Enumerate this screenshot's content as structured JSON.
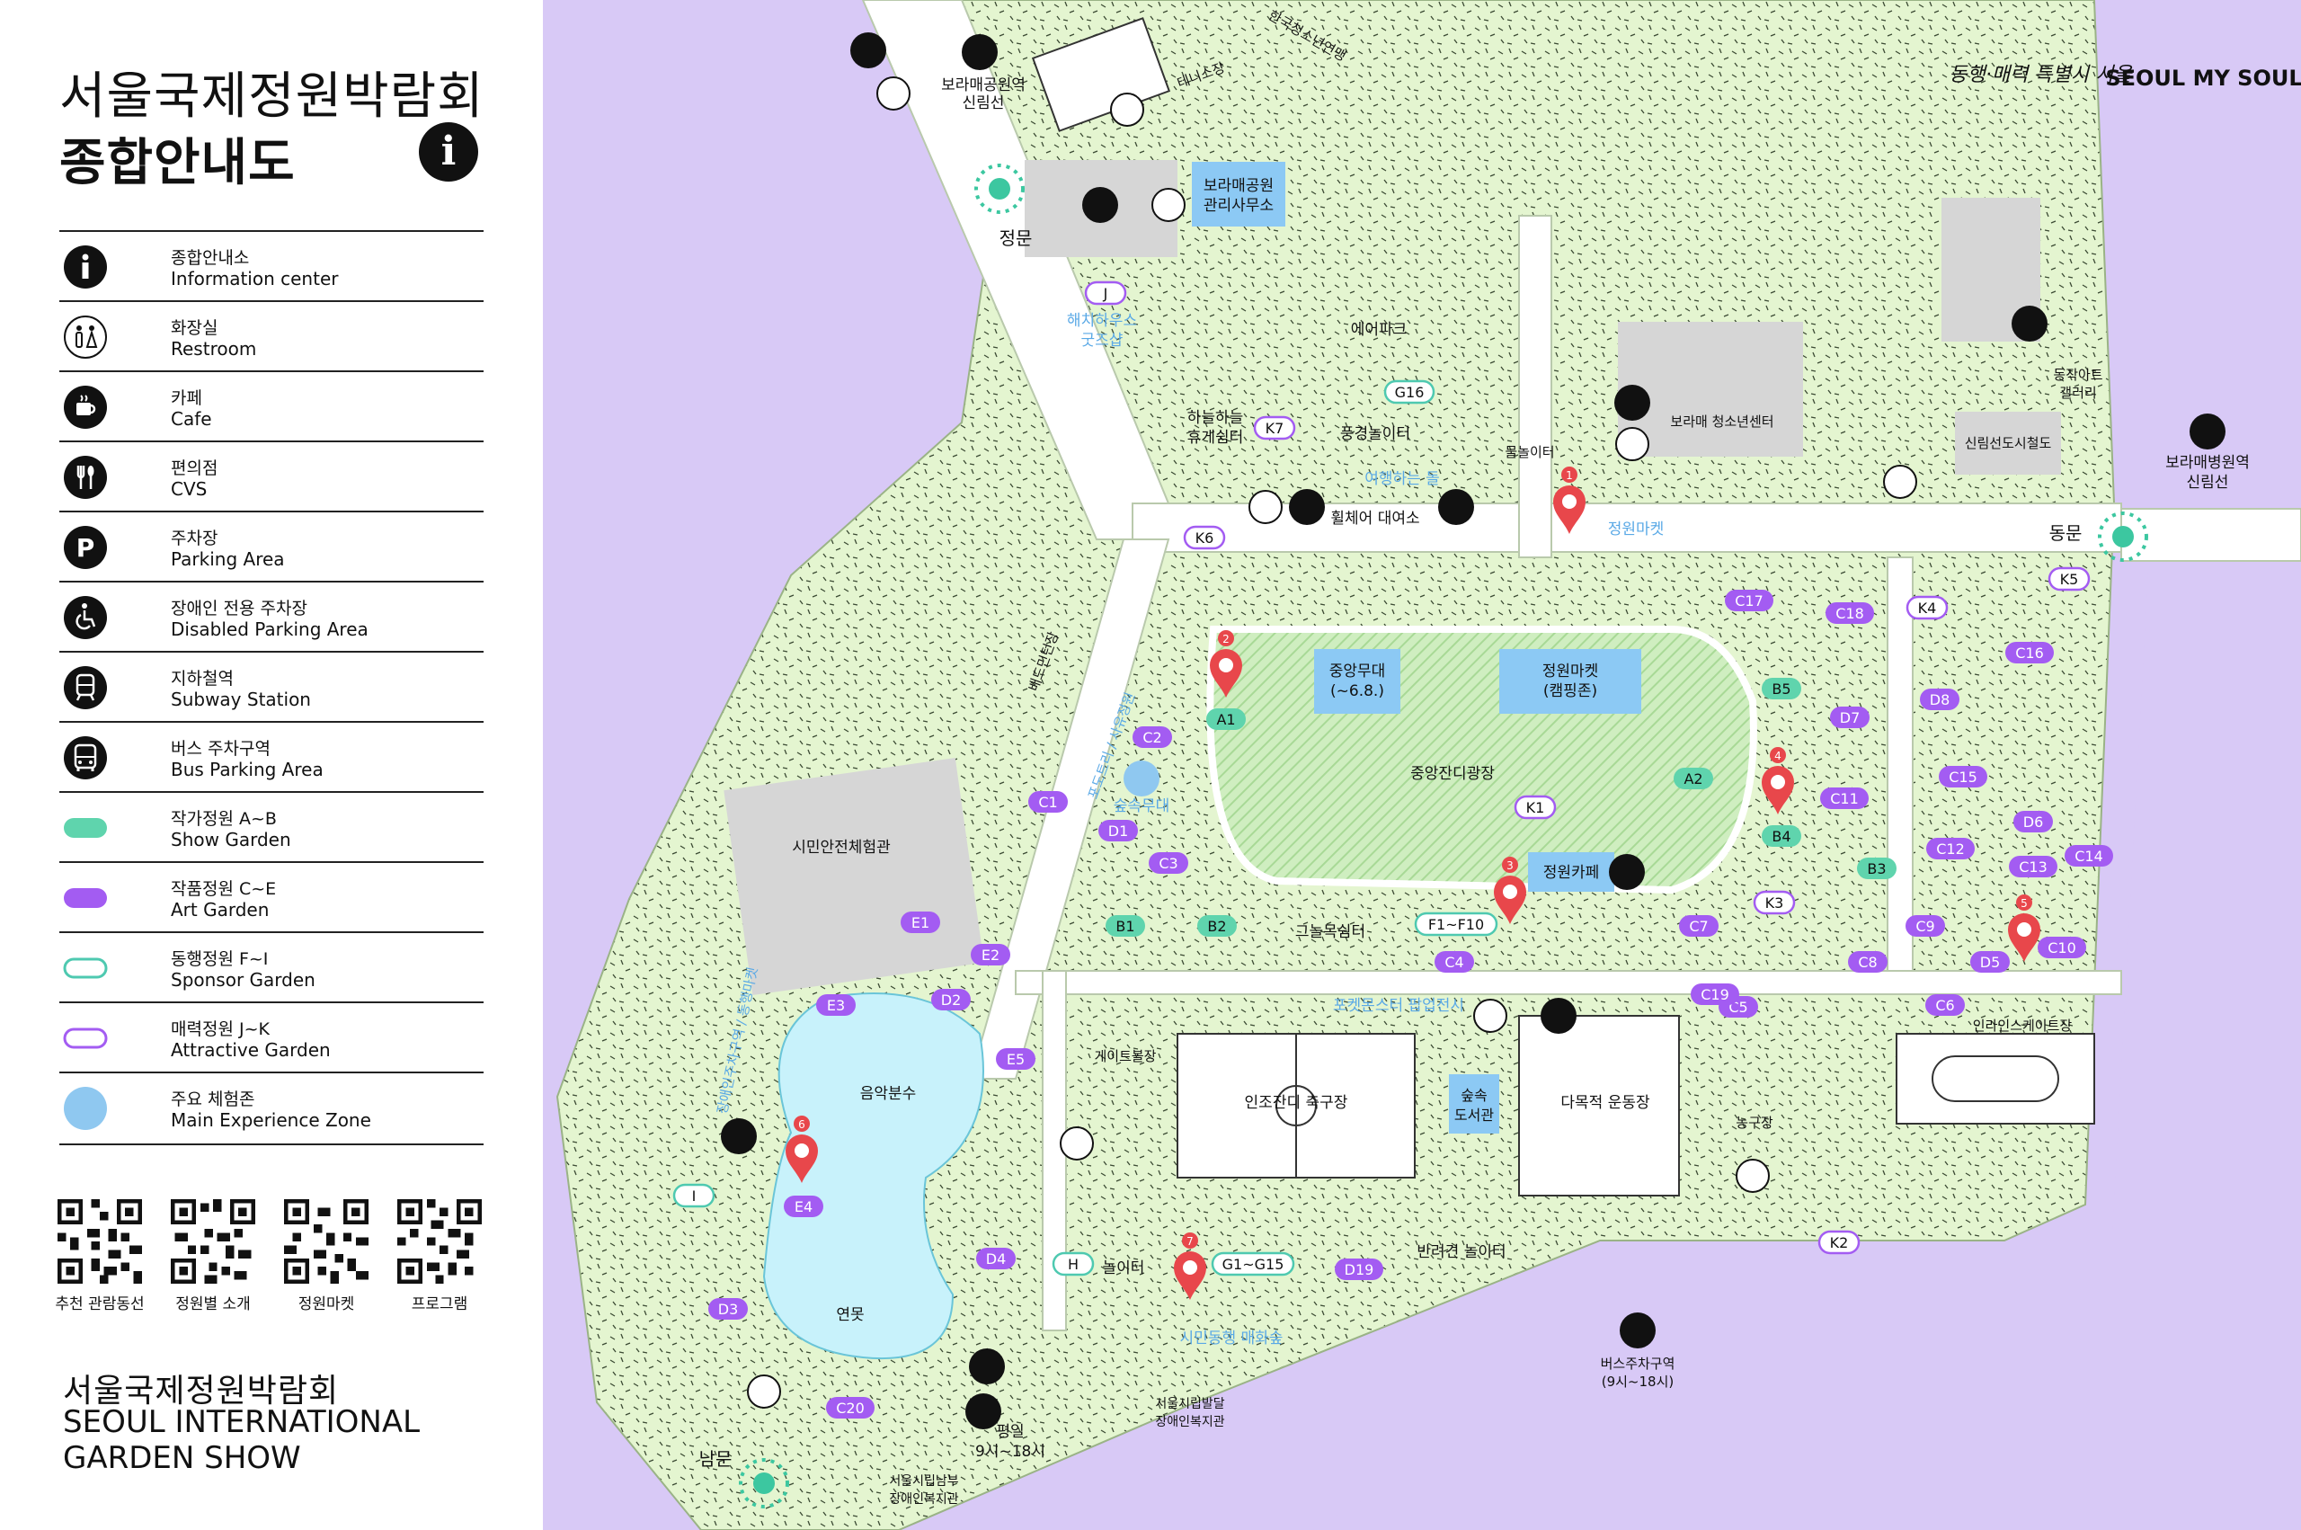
{
  "title": {
    "line1": "서울국제정원박람회",
    "line2": "종합안내도"
  },
  "legend": [
    {
      "icon": "info-icon",
      "ko": "종합안내소",
      "en": "Information center"
    },
    {
      "icon": "restroom-icon",
      "ko": "화장실",
      "en": "Restroom"
    },
    {
      "icon": "cafe-icon",
      "ko": "카페",
      "en": "Cafe"
    },
    {
      "icon": "cvs-icon",
      "ko": "편의점",
      "en": "CVS"
    },
    {
      "icon": "parking-icon",
      "ko": "주차장",
      "en": "Parking Area"
    },
    {
      "icon": "disabled-parking-icon",
      "ko": "장애인 전용 주차장",
      "en": "Disabled Parking Area"
    },
    {
      "icon": "subway-icon",
      "ko": "지하철역",
      "en": "Subway Station"
    },
    {
      "icon": "bus-icon",
      "ko": "버스 주차구역",
      "en": "Bus Parking Area"
    },
    {
      "icon": "show-garden-swatch",
      "ko": "작가정원  A~B",
      "en": "Show Garden"
    },
    {
      "icon": "art-garden-swatch",
      "ko": "작품정원  C~E",
      "en": "Art Garden"
    },
    {
      "icon": "sponsor-garden-swatch",
      "ko": "동행정원  F~I",
      "en": "Sponsor Garden"
    },
    {
      "icon": "attractive-garden-swatch",
      "ko": "매력정원  J~K",
      "en": "Attractive Garden"
    },
    {
      "icon": "experience-zone-swatch",
      "ko": "주요 체험존",
      "en": "Main Experience Zone"
    }
  ],
  "qr_codes": [
    "추천 관람동선",
    "정원별 소개",
    "정원마켓",
    "프로그램"
  ],
  "footer": {
    "ko": "서울국제정원박람회",
    "en_line1": "SEOUL INTERNATIONAL",
    "en_line2": "GARDEN SHOW"
  },
  "colors": {
    "show": "#5fd4ad",
    "art": "#a35cf2",
    "sponsor": "#4ec9b0",
    "attractive": "#a35cf2",
    "experience": "#8fc8f0",
    "park": "#e4f5d0",
    "outside": "#d8c9f6",
    "pin": "#e8474b",
    "building": "#d6d6d6",
    "facility_box": "#8cc9f4"
  },
  "logos": {
    "left": "동행·매력 특별시 서울",
    "right": "SEOUL MY SOUL"
  },
  "map": {
    "gates": {
      "main": "정문",
      "east": "동문",
      "south": "남문"
    },
    "stations": {
      "north": "보라매공원역 신림선",
      "east": "보라매병원역 신림선"
    },
    "facilities": {
      "office": "보라매공원 관리사무소",
      "stage": "중앙무대 (~6.8.)",
      "market_camp": "정원마켓 (캠핑존)",
      "cafe": "정원카페",
      "library": "숲속 도서관"
    },
    "labels": {
      "youth_road": "한국청소년연맹",
      "tennis": "테니스장",
      "airpark": "에어파크",
      "haechi": "해치하우스 굿즈샵",
      "haneul": "하늘하늘 휴게쉼터",
      "landscape": "풍경놀이터",
      "water": "물놀이터",
      "youth_center": "보라매 청소년센터",
      "dongjak": "동작아트 갤러리",
      "sinlim": "신림선도시철도",
      "wheelchair": "휠체어 대여소",
      "travel": "여행하는 돌",
      "market": "정원마켓",
      "badminton": "배드민턴장",
      "stroller": "정원마켓",
      "forest_path": "포도트리 / 사유정원",
      "central_plaza": "중앙잔디광장",
      "forest_stage": "숲속무대",
      "safety": "시민안전체험관",
      "shade": "그늘목쉼터",
      "pokemon": "포켓몬스터 팝업전시",
      "gateball": "게이트볼장",
      "soccer": "인조잔디 축구장",
      "multi": "다목적 운동장",
      "basketball": "농구장",
      "skate": "인라인스케이트장",
      "music": "음악분수",
      "pond": "연못",
      "play": "놀이터",
      "dog": "반려견 놀이터",
      "citizen": "시민동행 매화숲",
      "bus": "버스주차구역 (9시~18시)",
      "weekday": "평일 9시~18시",
      "welfare1": "서울시립발달 장애인복지관",
      "welfare2": "서울시립남부 장애인복지관",
      "west_path": "장애인주차구역 / 동행마켓"
    },
    "gardens": [
      "A1",
      "A2",
      "B1",
      "B2",
      "B3",
      "B4",
      "B5",
      "C1",
      "C2",
      "C3",
      "C4",
      "C5",
      "C6",
      "C7",
      "C8",
      "C9",
      "C10",
      "C11",
      "C12",
      "C13",
      "C14",
      "C15",
      "C16",
      "C17",
      "C18",
      "C19",
      "C20",
      "D1",
      "D2",
      "D3",
      "D4",
      "D5",
      "D6",
      "D7",
      "D8",
      "D19",
      "E1",
      "E2",
      "E3",
      "E4",
      "E5",
      "F1~F10",
      "G1~G15",
      "G16",
      "H",
      "I",
      "J",
      "K1",
      "K2",
      "K3",
      "K4",
      "K5",
      "K6",
      "K7"
    ],
    "pins": [
      "1",
      "2",
      "3",
      "4",
      "5",
      "6",
      "7"
    ]
  }
}
